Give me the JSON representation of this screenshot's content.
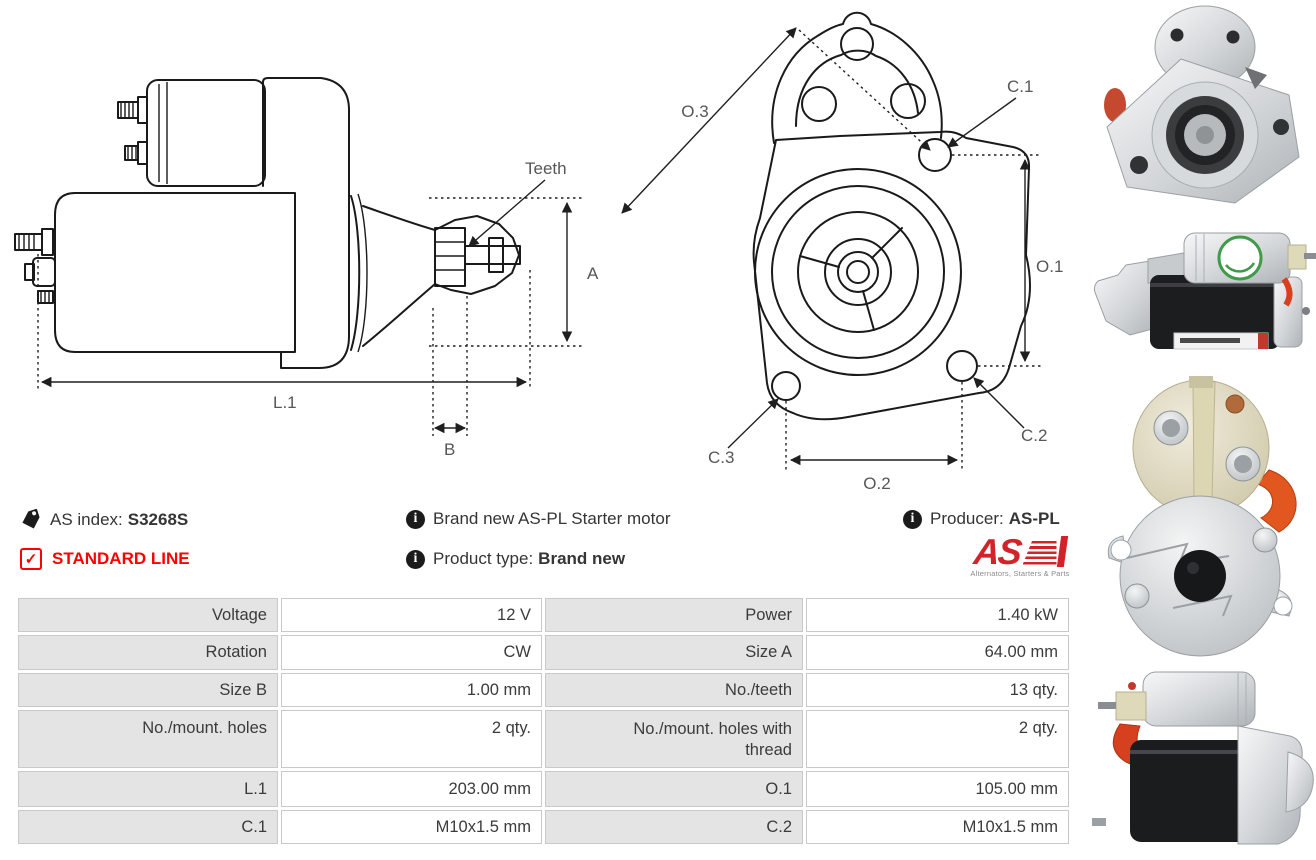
{
  "info": {
    "as_index_label": "AS index:",
    "as_index_value": "S3268S",
    "standard_line": "STANDARD LINE",
    "brand_new_text": "Brand new AS-PL Starter motor",
    "product_type_label": "Product type:",
    "product_type_value": "Brand new",
    "producer_label": "Producer:",
    "producer_value": "AS-PL",
    "logo_text": "AS",
    "logo_tagline": "Alternators, Starters & Parts"
  },
  "icons": {
    "info_glyph": "i",
    "check_glyph": "✓"
  },
  "drawing_side": {
    "teeth": "Teeth",
    "a": "A",
    "l1": "L.1",
    "b": "B"
  },
  "drawing_front": {
    "o1": "O.1",
    "o2": "O.2",
    "o3": "O.3",
    "c1": "C.1",
    "c2": "C.2",
    "c3": "C.3"
  },
  "table": {
    "rows": [
      {
        "l1": "Voltage",
        "v1": "12 V",
        "l2": "Power",
        "v2": "1.40 kW"
      },
      {
        "l1": "Rotation",
        "v1": "CW",
        "l2": "Size A",
        "v2": "64.00 mm"
      },
      {
        "l1": "Size B",
        "v1": "1.00 mm",
        "l2": "No./teeth",
        "v2": "13 qty."
      },
      {
        "l1": "No./mount. holes",
        "v1": "2 qty.",
        "l2": "No./mount. holes with thread",
        "v2": "2 qty."
      },
      {
        "l1": "L.1",
        "v1": "203.00 mm",
        "l2": "O.1",
        "v2": "105.00 mm"
      },
      {
        "l1": "C.1",
        "v1": "M10x1.5 mm",
        "l2": "C.2",
        "v2": "M10x1.5 mm"
      }
    ]
  },
  "colors": {
    "accent_red": "#fe0000",
    "logo_red": "#d2232a",
    "label_cell_bg": "#e4e4e4",
    "cell_border": "#c9c9c9",
    "text": "#3b3b3b",
    "drawing_line": "#1a1a1a",
    "dim_label_gray": "#565759"
  }
}
